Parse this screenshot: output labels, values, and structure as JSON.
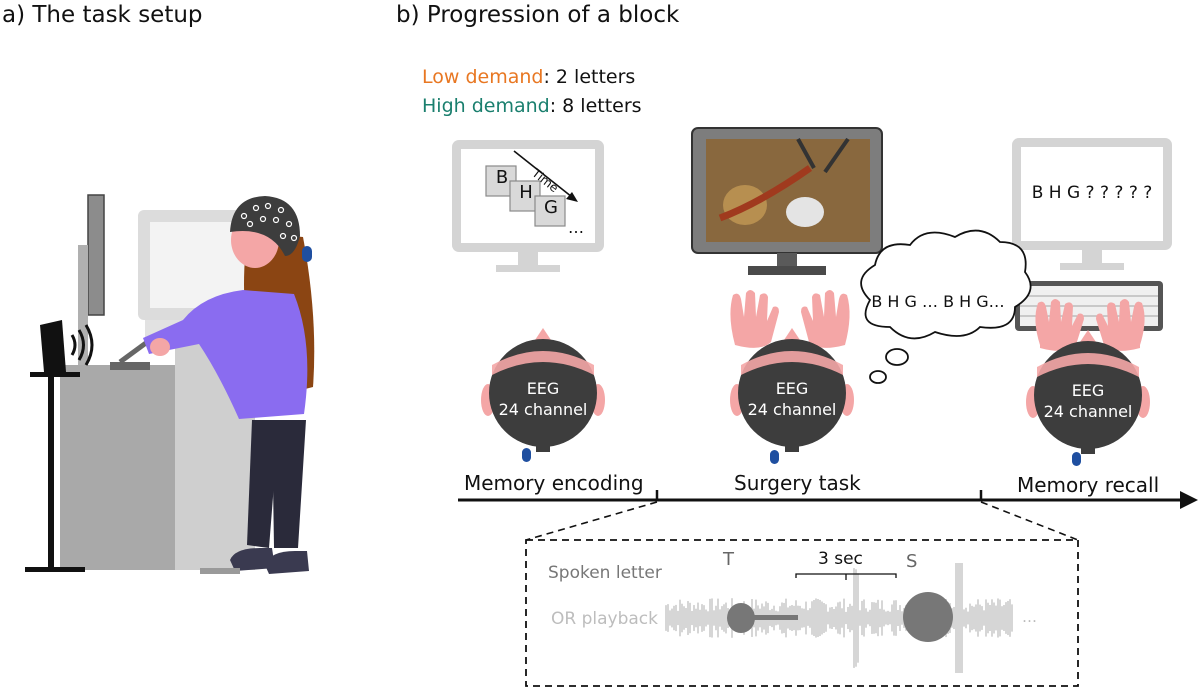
{
  "panel_a": {
    "title": "a) The task setup"
  },
  "panel_b": {
    "title": "b) Progression of a block"
  },
  "legend": {
    "low_label": "Low demand",
    "low_value": ": 2 letters",
    "high_label": "High demand",
    "high_value": ": 8 letters",
    "low_color": "#e87722",
    "high_color": "#1a7f6e"
  },
  "encoding_screen": {
    "letters": [
      "B",
      "H",
      "G"
    ],
    "time_label": "Time",
    "ellipsis": "…"
  },
  "recall_screen": {
    "text": "B H G ? ? ? ? ?"
  },
  "thought_bubble": {
    "text": "B H G … B H G…"
  },
  "heads": [
    {
      "line1": "EEG",
      "line2": "24 channel"
    },
    {
      "line1": "EEG",
      "line2": "24 channel"
    },
    {
      "line1": "EEG",
      "line2": "24 channel"
    }
  ],
  "phases": [
    "Memory encoding",
    "Surgery task",
    "Memory recall"
  ],
  "audio": {
    "spoken_letter_label": "Spoken letter",
    "or_playback_label": "OR playback",
    "letter_t": "T",
    "letter_s": "S",
    "interval_label": "3 sec",
    "ellipsis": "…"
  },
  "colors": {
    "head": "#3d3d3d",
    "skin": "#f4a6a6",
    "monitor": "#d4d4d4",
    "bluetooth": "#1f4fa0",
    "shirt": "#8a6cf0",
    "hair": "#8b4513"
  }
}
